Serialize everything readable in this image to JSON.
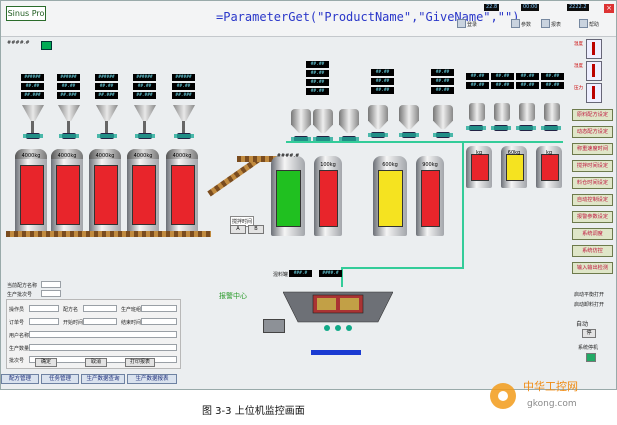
{
  "app": {
    "logo": "Sinus Pro",
    "formula": "=ParameterGet(\"ProductName\",\"GiveName\",\"\")",
    "toolbar": {
      "field1": "22.8",
      "field2": "00:00",
      "field3": "2222.2",
      "labels": [
        "登录",
        "参数",
        "报表",
        "帮助"
      ]
    },
    "small_code": "####.#"
  },
  "silos": [
    {
      "readings": [
        "######",
        "##.##",
        "##.###"
      ],
      "weight": "4000kg",
      "fill_color": "#e8252b"
    },
    {
      "readings": [
        "######",
        "##.##",
        "##.###"
      ],
      "weight": "4000kg",
      "fill_color": "#e8252b"
    },
    {
      "readings": [
        "######",
        "##.##",
        "##.###"
      ],
      "weight": "4000kg",
      "fill_color": "#e8252b"
    },
    {
      "readings": [
        "######",
        "##.##",
        "##.###"
      ],
      "weight": "4000kg",
      "fill_color": "#e8252b"
    },
    {
      "readings": [
        "######",
        "##.##",
        "##.###"
      ],
      "weight": "4000kg",
      "fill_color": "#e8252b"
    }
  ],
  "middle_bins": [
    {
      "label": "####.#",
      "weight": "",
      "fill_color": "#20c020"
    },
    {
      "label": "",
      "weight": "100kg",
      "fill_color": "#e8252b"
    },
    {
      "label": "",
      "weight": "600kg",
      "fill_color": "#f5e320"
    },
    {
      "label": "",
      "weight": "900kg",
      "fill_color": "#e8252b"
    }
  ],
  "right_bins": [
    {
      "weight": "kg",
      "fill_color": "#e8252b"
    },
    {
      "weight": "60kg",
      "fill_color": "#f5e320"
    },
    {
      "weight": "kg",
      "fill_color": "#e8252b"
    }
  ],
  "sidebar": {
    "gauges": [
      {
        "label": "温度"
      },
      {
        "label": "湿度"
      },
      {
        "label": "压力"
      }
    ],
    "buttons": [
      "原料配方设定",
      "动态配方设定",
      "称重速度时间",
      "搅拌时间设定",
      "料仓时间设定",
      "自动控制设定",
      "报警参数设定",
      "系统调度",
      "系统仿控",
      "输入输出检测"
    ],
    "small_labels": [
      "启动平衡打开",
      "启动卸料打开"
    ],
    "mode": "自动",
    "status": "系统停机",
    "stop_label": "停"
  },
  "form": {
    "title_left": "当前配方名称",
    "title_right": "生产批次号",
    "fields": [
      "操作员",
      "配方名",
      "生产班组",
      "订单号",
      "开始时间",
      "结束时间",
      "用户名称",
      "生产数量",
      "批次号"
    ],
    "buttons": [
      "确定",
      "取消",
      "打印报表"
    ]
  },
  "mixer": {
    "label1": "混料罐",
    "label2": "搅拌时间",
    "reading1": "###.#",
    "reading2": "####.#",
    "scada": "报警中心"
  },
  "bottom_tabs": [
    "配方管理",
    "任务管理",
    "生产数据查询",
    "生产数据报表"
  ],
  "caption": "图  3-3  上位机监控画面",
  "watermark": {
    "text1": "中华工控网",
    "text2": "gkong.com"
  },
  "colors": {
    "red": "#e8252b",
    "green": "#20c020",
    "yellow": "#f5e320",
    "pipe": "#33cc99"
  }
}
